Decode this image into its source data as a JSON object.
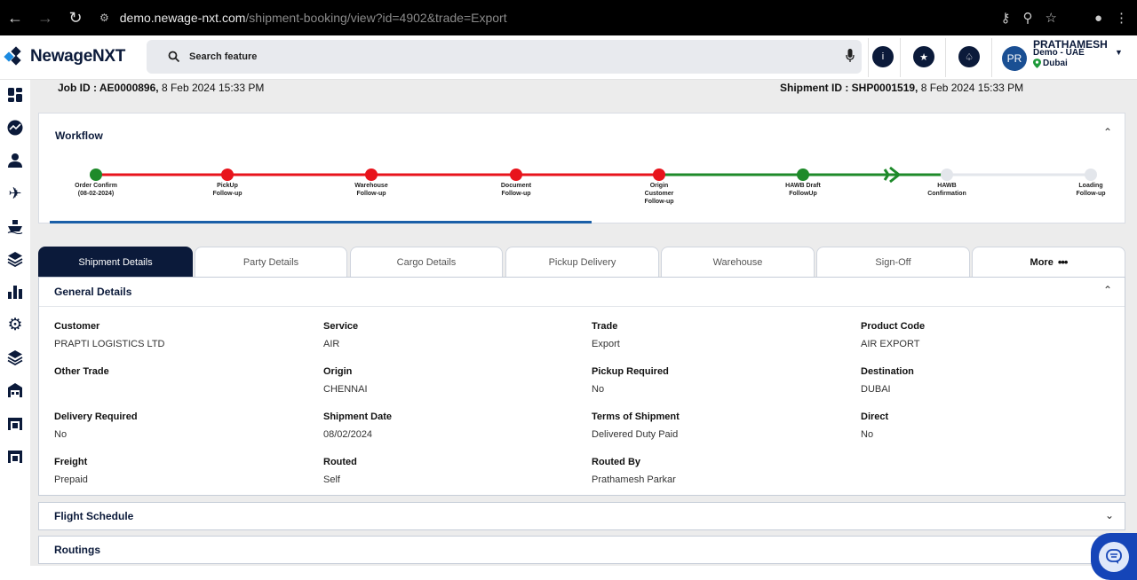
{
  "browser": {
    "url_host": "demo.newage-nxt.com",
    "url_path": "/shipment-booking/view?id=4902&trade=Export"
  },
  "header": {
    "logo_text": "NewageNXT",
    "search_placeholder": "Search feature",
    "user_initials": "PR",
    "user_name": "PRATHAMESH",
    "company": "Demo - UAE",
    "location": "Dubai"
  },
  "job": {
    "job_id_label": "Job ID : AE0000896,",
    "job_date": " 8 Feb 2024 15:33 PM",
    "shipment_id_label": "Shipment ID : SHP0001519,",
    "shipment_date": " 8 Feb 2024 15:33 PM"
  },
  "workflow": {
    "title": "Workflow",
    "steps": [
      {
        "label1": "Order Confirm",
        "label2": "(08-02-2024)",
        "label3": "",
        "status": "done"
      },
      {
        "label1": "PickUp",
        "label2": "Follow-up",
        "label3": "",
        "status": "pending"
      },
      {
        "label1": "Warehouse",
        "label2": "Follow-up",
        "label3": "",
        "status": "pending"
      },
      {
        "label1": "Document",
        "label2": "Follow-up",
        "label3": "",
        "status": "pending"
      },
      {
        "label1": "Origin",
        "label2": "Customer",
        "label3": "Follow-up",
        "status": "pending"
      },
      {
        "label1": "HAWB Draft",
        "label2": "FollowUp",
        "label3": "",
        "status": "done"
      },
      {
        "label1": "HAWB",
        "label2": "Confirmation",
        "label3": "",
        "status": "upcoming"
      },
      {
        "label1": "Loading",
        "label2": "Follow-up",
        "label3": "",
        "status": "upcoming"
      }
    ],
    "colors": {
      "done": "#1e8a2a",
      "pending": "#e8141c",
      "upcoming": "#e3e6eb"
    }
  },
  "tabs": [
    {
      "label": "Shipment Details"
    },
    {
      "label": "Party Details"
    },
    {
      "label": "Cargo Details"
    },
    {
      "label": "Pickup Delivery"
    },
    {
      "label": "Warehouse"
    },
    {
      "label": "Sign-Off"
    },
    {
      "label": "More"
    }
  ],
  "general": {
    "title": "General Details",
    "fields": [
      {
        "label": "Customer",
        "value": "PRAPTI LOGISTICS LTD"
      },
      {
        "label": "Service",
        "value": "AIR"
      },
      {
        "label": "Trade",
        "value": "Export"
      },
      {
        "label": "Product Code",
        "value": "AIR EXPORT"
      },
      {
        "label": "Other Trade",
        "value": ""
      },
      {
        "label": "Origin",
        "value": "CHENNAI"
      },
      {
        "label": "Pickup Required",
        "value": "No"
      },
      {
        "label": "Destination",
        "value": "DUBAI"
      },
      {
        "label": "Delivery Required",
        "value": "No"
      },
      {
        "label": "Shipment Date",
        "value": "08/02/2024"
      },
      {
        "label": "Terms of Shipment",
        "value": "Delivered Duty Paid"
      },
      {
        "label": "Direct",
        "value": "No"
      },
      {
        "label": "Freight",
        "value": "Prepaid"
      },
      {
        "label": "Routed",
        "value": "Self"
      },
      {
        "label": "Routed By",
        "value": "Prathamesh Parkar"
      }
    ]
  },
  "sections": {
    "flight_schedule": "Flight Schedule",
    "routings": "Routings"
  }
}
